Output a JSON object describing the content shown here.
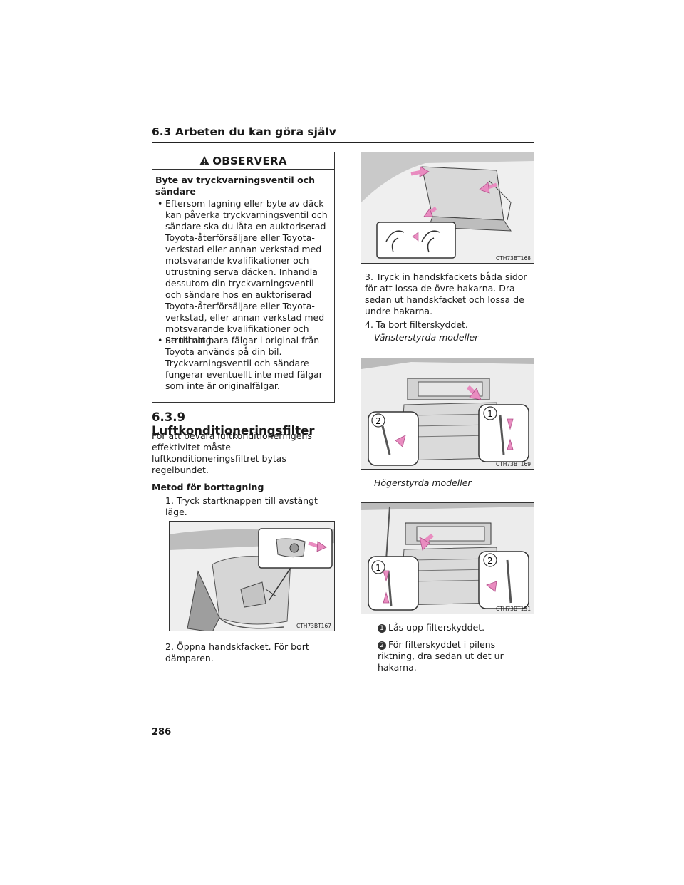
{
  "header": {
    "section_title": "6.3  Arbeten du kan göra själv"
  },
  "warning": {
    "label": "OBSERVERA",
    "title": "Byte av tryckvarningsventil och sändare",
    "bullets": [
      "Eftersom lagning eller byte av däck kan påverka tryckvarningsventil och sändare ska du låta en auktoriserad Toyota-återförsäljare eller Toyota-verkstad eller annan verkstad med motsvarande kvalifikationer och utrustning serva däcken. Inhandla dessutom din tryckvarningsventil och sändare hos en auktoriserad Toyota-återförsäljare eller Toyota-verkstad, eller annan verkstad med motsvarande kvalifikationer och utrustning.",
      "Se till att bara fälgar i original från Toyota används på din bil. Tryckvarningsventil och sändare fungerar eventuellt inte med fälgar som inte är originalfälgar."
    ]
  },
  "section": {
    "heading": "6.3.9  Luftkonditioneringsfilter",
    "intro": "För att bevara luftkonditioneringens effektivitet måste luftkonditioneringsfiltret bytas regelbundet.",
    "method_heading": "Metod för borttagning"
  },
  "steps": {
    "s1": "1. Tryck startknappen till avstängt läge.",
    "s2": "2. Öppna handskfacket. För bort dämparen.",
    "s3": "3. Tryck in handskfackets båda sidor för att lossa de övre hakarna. Dra sedan ut handskfacket och lossa de undre hakarna.",
    "s4": "4. Ta bort filterskyddet.",
    "left_drive": "Vänsterstyrda modeller",
    "right_drive": "Högerstyrda modeller",
    "callout1_num": "1",
    "callout1": "Lås upp filterskyddet.",
    "callout2_num": "2",
    "callout2": "För filterskyddet i pilens riktning, dra sedan ut det ur hakarna."
  },
  "figures": {
    "fig167": "CTH73BT167",
    "fig168": "CTH73BT168",
    "fig169": "CTH73BT169",
    "fig151": "CTH73BT151",
    "label_1": "1",
    "label_2": "2"
  },
  "page_number": "286",
  "colors": {
    "arrow": "#e98cc0",
    "rule": "#222222"
  }
}
